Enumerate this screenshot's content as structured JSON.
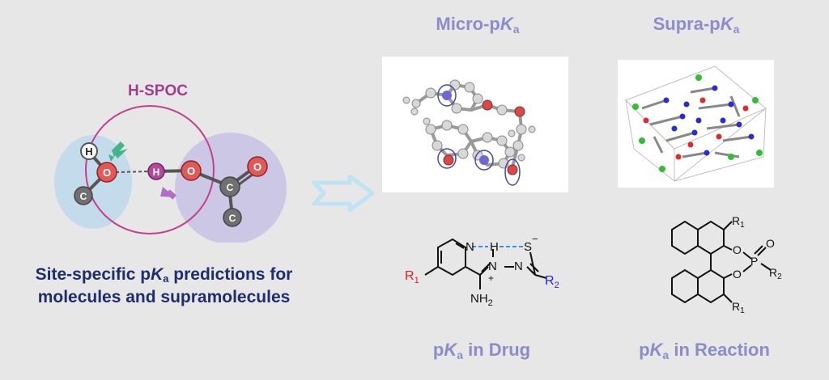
{
  "hspoc": {
    "label": "H-SPOC",
    "atoms": {
      "h_top": "H",
      "o_left": "O",
      "c_left": "C",
      "h_mid": "H",
      "o_right": "O",
      "c_center": "C",
      "o_double": "O",
      "c_bottom": "C"
    }
  },
  "caption": {
    "line1_pre": "Site-specific p",
    "line1_k": "K",
    "line1_sub": "a",
    "line1_post": " predictions for",
    "line2": "molecules and supramolecules"
  },
  "micro": {
    "pre": "Micro-p",
    "k": "K",
    "sub": "a"
  },
  "supra": {
    "pre": "Supra-p",
    "k": "K",
    "sub": "a"
  },
  "drug": {
    "pre": "p",
    "k": "K",
    "sub": "a",
    "post": " in Drug",
    "labels": {
      "N_ring": "N",
      "H": "H",
      "S": "S",
      "minus": "−",
      "N_left": "N",
      "N_plus": "+",
      "N_right": "N",
      "R1": "R",
      "R1_sub": "1",
      "R2": "R",
      "R2_sub": "2",
      "NH": "NH",
      "NH_sub": "2"
    }
  },
  "reaction": {
    "pre": "p",
    "k": "K",
    "sub": "a",
    "post": " in Reaction",
    "labels": {
      "R1_top": "R",
      "R1_top_sub": "1",
      "O_top": "O",
      "O_bot": "O",
      "O_dbl": "O",
      "P": "P",
      "R2": "R",
      "R2_sub": "2",
      "R1_bot": "R",
      "R1_bot_sub": "1"
    }
  },
  "colors": {
    "title": "#8d8ccb",
    "caption": "#1f2d6e",
    "oxygen": "#e05a5a",
    "hydrogen_mid": "#b14a9c",
    "carbon": "#707070",
    "arrow": "#bfe3f3"
  }
}
